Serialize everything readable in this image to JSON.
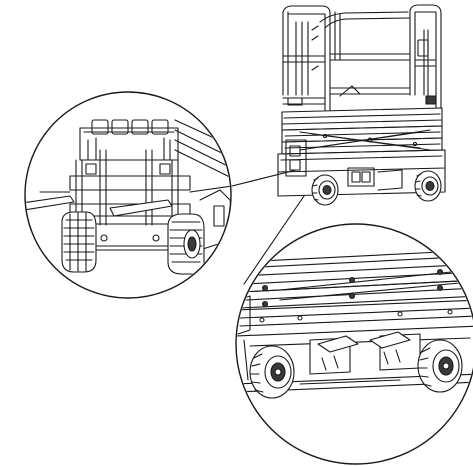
{
  "figure": {
    "stroke_color": "#1a1a1a",
    "fill_color": "#ffffff",
    "shade_color": "#3a3a3a",
    "parts": {
      "main_view": "scissor-lift",
      "detail_left": "forklift-pocket-detail",
      "detail_right": "forklift-pocket-detail-magnified"
    }
  }
}
